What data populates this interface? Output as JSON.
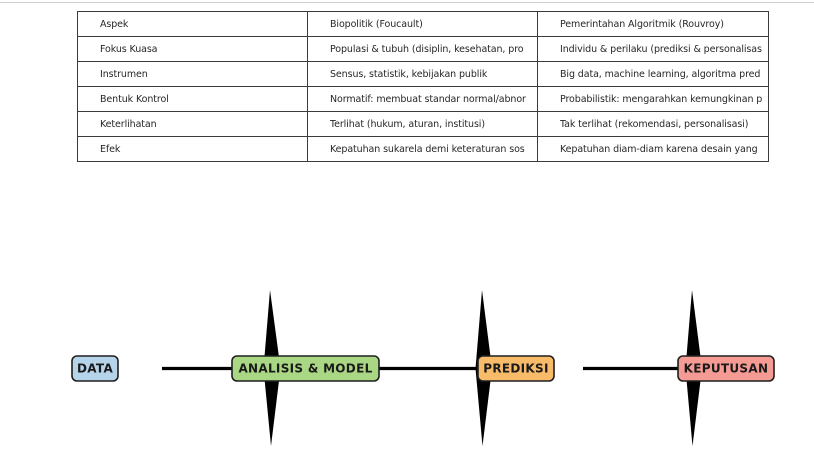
{
  "page": {
    "background": "#ffffff",
    "top_divider_color": "#cfcfcf"
  },
  "comparison_table": {
    "border_color": "#3b3b3b",
    "text_color": "#262626",
    "header": [
      "Aspek",
      "Biopolitik (Foucault)",
      "Pemerintahan Algoritmik (Rouvroy)"
    ],
    "rows": [
      [
        "Fokus Kuasa",
        "Populasi & tubuh (disiplin, kesehatan, pro",
        "Individu & perilaku (prediksi & personalisas"
      ],
      [
        "Instrumen",
        "Sensus, statistik, kebijakan publik",
        "Big data, machine learning, algoritma pred"
      ],
      [
        "Bentuk Kontrol",
        "Normatif: membuat standar normal/abnor",
        "Probabilistik: mengarahkan kemungkinan p"
      ],
      [
        "Keterlihatan",
        "Terlihat (hukum, aturan, institusi)",
        "Tak terlihat (rekomendasi, personalisasi)"
      ],
      [
        "Efek",
        "Kepatuhan sukarela demi keteraturan sos",
        "Kepatuhan diam-diam karena desain yang"
      ]
    ]
  },
  "flow_diagram": {
    "connector_color": "#000000",
    "node_border_color": "#1f1f1f",
    "nodes": [
      {
        "label": "DATA",
        "fill": "#b5d4e9"
      },
      {
        "label": "ANALISIS & MODEL",
        "fill": "#a9d783"
      },
      {
        "label": "PREDIKSI",
        "fill": "#f7bb6a"
      },
      {
        "label": "KEPUTUSAN",
        "fill": "#f69b94"
      }
    ]
  }
}
